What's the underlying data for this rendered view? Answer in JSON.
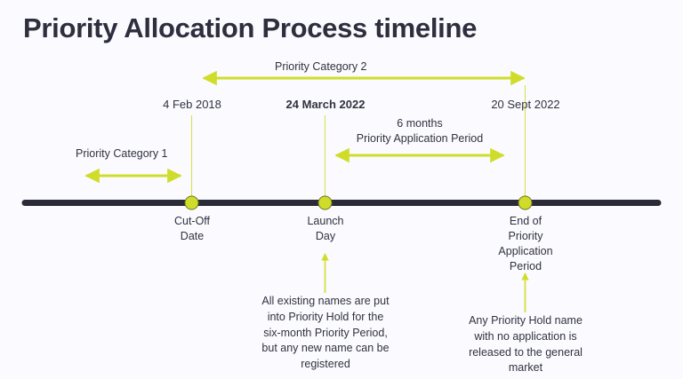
{
  "page": {
    "title": "Priority Allocation Process timeline",
    "background_color": "#fafaff",
    "accent_color": "#cfdd2a",
    "timeline_color": "#2b2b38",
    "text_color": "#32323f"
  },
  "timeline": {
    "bar_label": "process-timeline-bar",
    "milestones": [
      {
        "date": "4 Feb 2018",
        "date_emphasis": false,
        "label_lines": [
          "Cut-Off",
          "Date"
        ],
        "marker": "milestone-dot"
      },
      {
        "date": "24 March 2022",
        "date_emphasis": true,
        "label_lines": [
          "Launch",
          "Day"
        ],
        "marker": "milestone-dot"
      },
      {
        "date": "20 Sept 2022",
        "date_emphasis": false,
        "label_lines": [
          "End of",
          "Priority",
          "Application",
          "Period"
        ],
        "marker": "milestone-dot"
      }
    ]
  },
  "spans": [
    {
      "id": "priority-category-1",
      "label": "Priority Category 1",
      "arrow": "double-headed-arrow"
    },
    {
      "id": "priority-category-2",
      "label": "Priority Category 2",
      "arrow": "double-headed-arrow"
    },
    {
      "id": "priority-application-period",
      "label_lines": [
        "6 months",
        "Priority Application Period"
      ],
      "arrow": "double-headed-arrow"
    }
  ],
  "notes": [
    {
      "id": "launch-day-note",
      "lines": [
        "All existing names are put",
        "into Priority Hold for the",
        "six-month Priority Period,",
        "but any new name can be",
        "registered"
      ],
      "connector": "up-arrow"
    },
    {
      "id": "end-of-period-note",
      "lines": [
        "Any Priority Hold name",
        "with no application is",
        "released to the general",
        "market"
      ],
      "connector": "up-arrow"
    }
  ]
}
